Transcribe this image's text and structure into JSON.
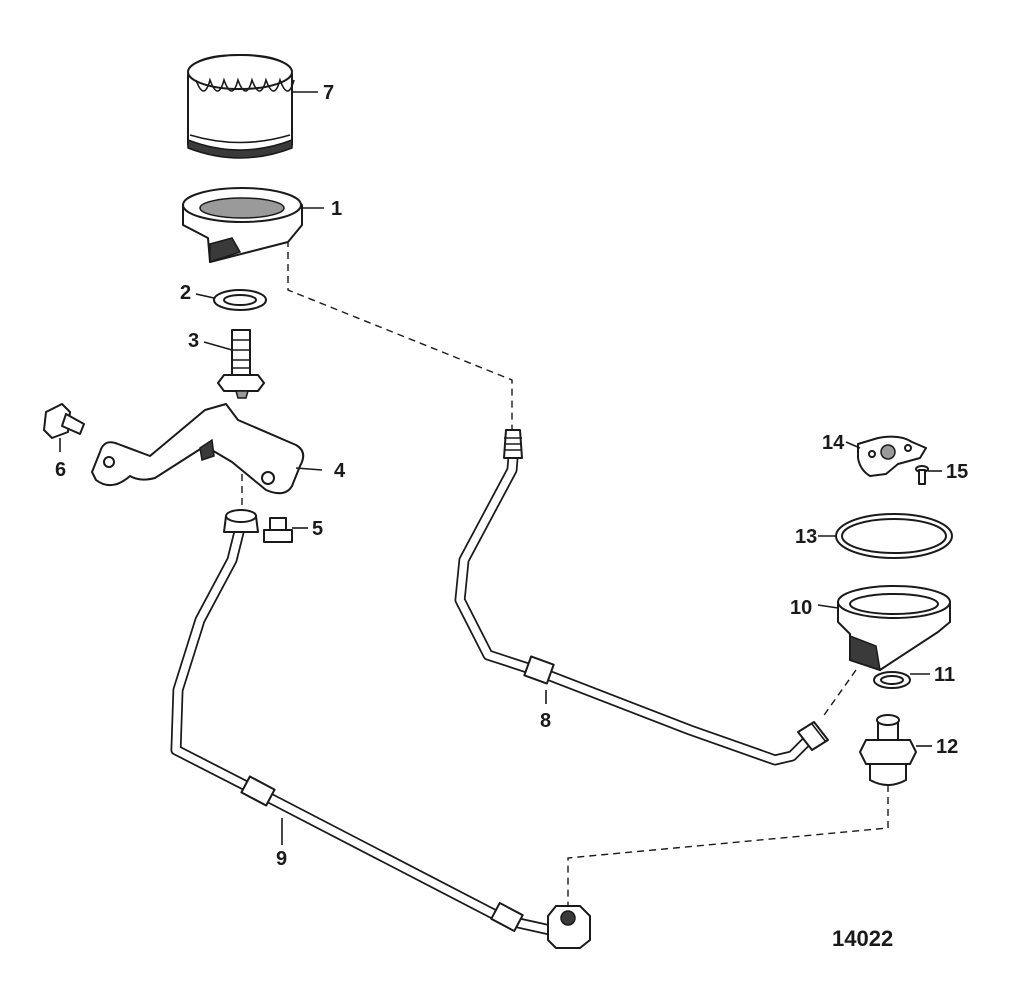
{
  "diagram": {
    "figure_number": "14022",
    "parts": [
      {
        "id": "1",
        "label": "1"
      },
      {
        "id": "2",
        "label": "2"
      },
      {
        "id": "3",
        "label": "3"
      },
      {
        "id": "4",
        "label": "4"
      },
      {
        "id": "5",
        "label": "5"
      },
      {
        "id": "6",
        "label": "6"
      },
      {
        "id": "7",
        "label": "7"
      },
      {
        "id": "8",
        "label": "8"
      },
      {
        "id": "9",
        "label": "9"
      },
      {
        "id": "10",
        "label": "10"
      },
      {
        "id": "11",
        "label": "11"
      },
      {
        "id": "12",
        "label": "12"
      },
      {
        "id": "13",
        "label": "13"
      },
      {
        "id": "14",
        "label": "14"
      },
      {
        "id": "15",
        "label": "15"
      }
    ]
  }
}
